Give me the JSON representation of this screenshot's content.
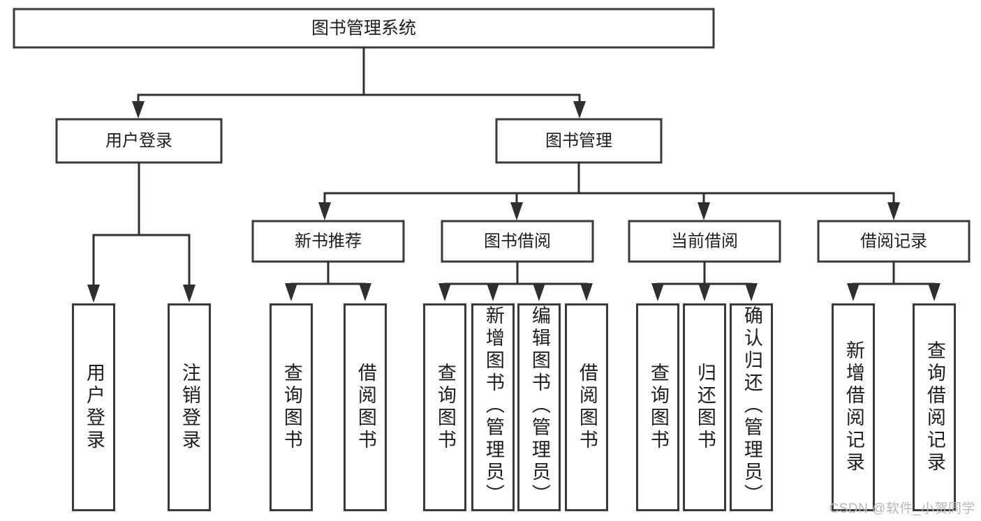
{
  "diagram": {
    "type": "tree-hierarchy-flowchart",
    "title": "图书管理系统",
    "root": {
      "label": "图书管理系统",
      "children": [
        {
          "label": "用户登录",
          "children": [
            {
              "label": "用户登录"
            },
            {
              "label": "注销登录"
            }
          ]
        },
        {
          "label": "图书管理",
          "children": [
            {
              "label": "新书推荐",
              "children": [
                {
                  "label": "查询图书"
                },
                {
                  "label": "借阅图书"
                }
              ]
            },
            {
              "label": "图书借阅",
              "children": [
                {
                  "label": "查询图书"
                },
                {
                  "label": "新增图书（管理员）"
                },
                {
                  "label": "编辑图书（管理员）"
                },
                {
                  "label": "借阅图书"
                }
              ]
            },
            {
              "label": "当前借阅",
              "children": [
                {
                  "label": "查询图书"
                },
                {
                  "label": "归还图书"
                },
                {
                  "label": "确认归还（管理员）"
                }
              ]
            },
            {
              "label": "借阅记录",
              "children": [
                {
                  "label": "新增借阅记录"
                },
                {
                  "label": "查询借阅记录"
                }
              ]
            }
          ]
        }
      ]
    }
  },
  "nodes": {
    "root_title": "图书管理系统",
    "l1_user_login": "用户登录",
    "l1_book_mgmt": "图书管理",
    "l2_new_book_rec": "新书推荐",
    "l2_book_borrow": "图书借阅",
    "l2_current_borrow": "当前借阅",
    "l2_borrow_record": "借阅记录",
    "leaf_user_login": "用户登录",
    "leaf_logout": "注销登录",
    "leaf_query_book_a": "查询图书",
    "leaf_borrow_book_a": "借阅图书",
    "leaf_query_book_b": "查询图书",
    "leaf_add_book_admin": "新增图书（管理员）",
    "leaf_edit_book_admin": "编辑图书（管理员）",
    "leaf_borrow_book_b": "借阅图书",
    "leaf_query_book_c": "查询图书",
    "leaf_return_book": "归还图书",
    "leaf_confirm_return_admin": "确认归还（管理员）",
    "leaf_add_borrow_record": "新增借阅记录",
    "leaf_query_borrow_record": "查询借阅记录"
  },
  "watermark": {
    "text": "CSDN @软件_小贺同学"
  },
  "colors": {
    "border": "#3a3a3a",
    "connector": "#2f2f2f",
    "text": "#1d1d1d",
    "background": "#ffffff",
    "watermark": "#b8b8b8"
  }
}
